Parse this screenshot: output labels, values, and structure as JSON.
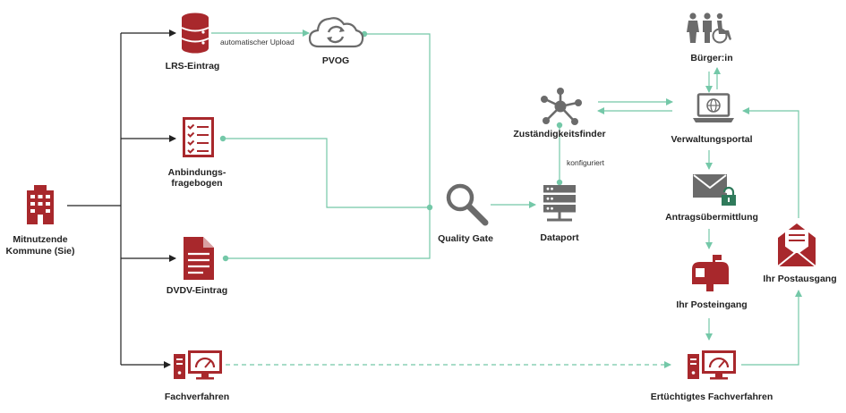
{
  "colors": {
    "red": "#a8282c",
    "gray": "#6b6b6b",
    "green": "#74c8a8",
    "dark": "#222222"
  },
  "nodes": {
    "mitnutzende": "Mitnutzende Kommune (Sie)",
    "lrs": "LRS-Eintrag",
    "pvog": "PVOG",
    "anbindung_l1": "Anbindungs-",
    "anbindung_l2": "fragebogen",
    "dvdv": "DVDV-Eintrag",
    "fachverfahren": "Fachverfahren",
    "quality_gate": "Quality Gate",
    "dataport": "Dataport",
    "zustaendigkeitsfinder": "Zuständigkeitsfinder",
    "buerger": "Bürger:in",
    "verwaltungsportal": "Verwaltungsportal",
    "antragsuebermittlung": "Antragsübermittlung",
    "posteingang": "Ihr Posteingang",
    "postausgang": "Ihr Postausgang",
    "ertuechtigt": "Ertüchtigtes Fachverfahren"
  },
  "edge_labels": {
    "upload": "automatischer Upload",
    "konfiguriert": "konfiguriert"
  },
  "icons": {
    "mitnutzende": "building-icon",
    "lrs": "database-icon",
    "pvog": "cloud-sync-icon",
    "anbindung": "checklist-icon",
    "dvdv": "document-icon",
    "fachverfahren": "computer-gauge-icon",
    "quality_gate": "magnifier-icon",
    "dataport": "server-icon",
    "zustaendigkeitsfinder": "network-icon",
    "buerger": "people-icon",
    "verwaltungsportal": "laptop-globe-icon",
    "antragsuebermittlung": "mail-lock-icon",
    "posteingang": "mailbox-icon",
    "postausgang": "open-envelope-icon",
    "ertuechtigt": "computer-gauge-icon"
  }
}
